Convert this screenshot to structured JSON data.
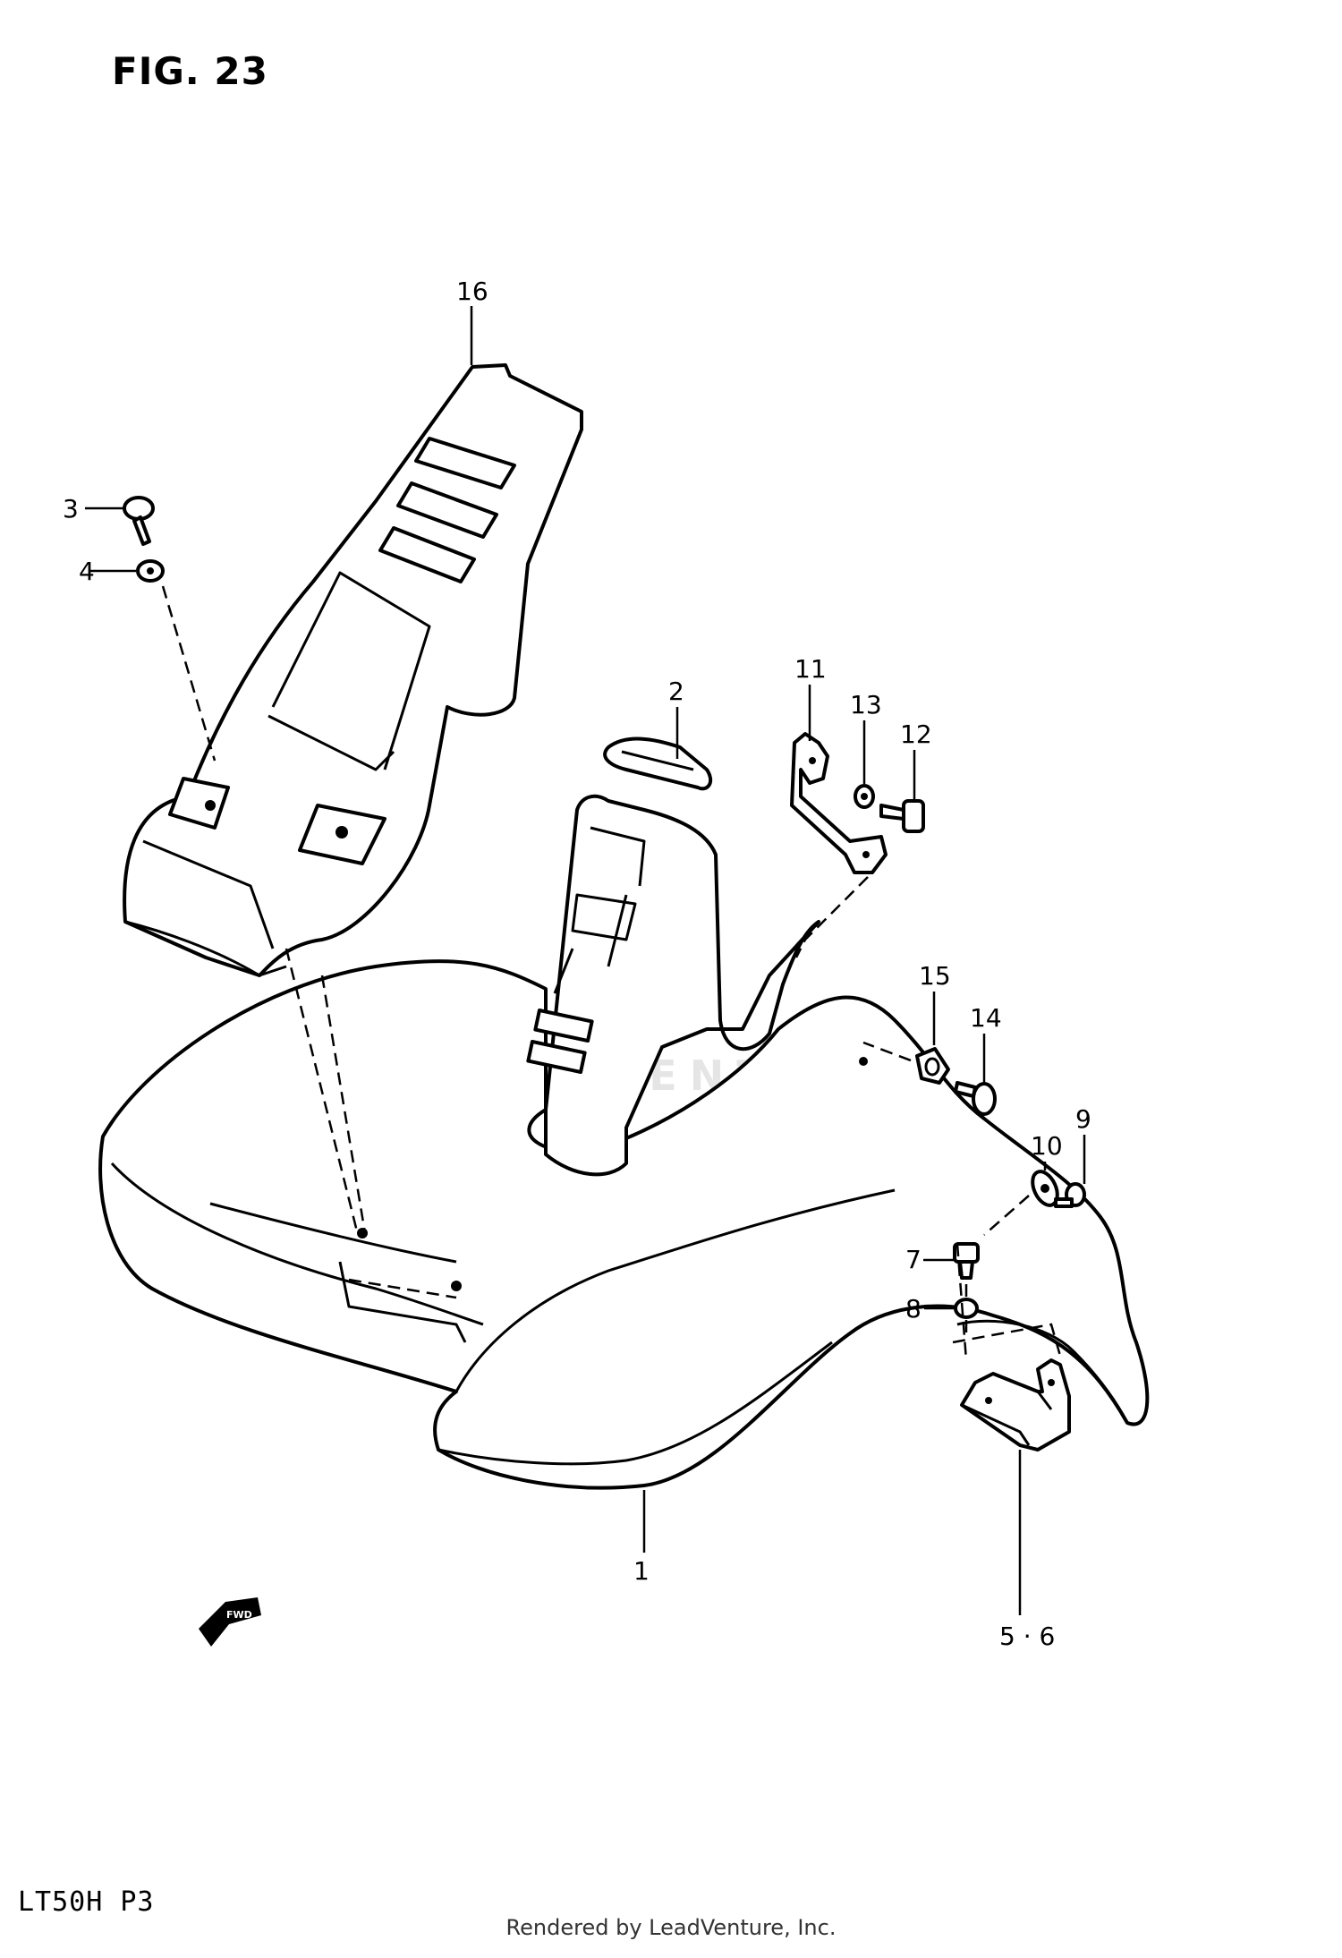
{
  "figure": {
    "title": "FIG. 23",
    "model_code": "LT50H P3",
    "footer": "Rendered by LeadVenture, Inc.",
    "watermark": "LEADVENTURE"
  },
  "callouts": [
    {
      "id": "c1",
      "label": "1"
    },
    {
      "id": "c2",
      "label": "2"
    },
    {
      "id": "c3",
      "label": "3"
    },
    {
      "id": "c4",
      "label": "4"
    },
    {
      "id": "c5",
      "label": "5 · 6"
    },
    {
      "id": "c7",
      "label": "7"
    },
    {
      "id": "c8",
      "label": "8"
    },
    {
      "id": "c9",
      "label": "9"
    },
    {
      "id": "c10",
      "label": "10"
    },
    {
      "id": "c11",
      "label": "11"
    },
    {
      "id": "c12",
      "label": "12"
    },
    {
      "id": "c13",
      "label": "13"
    },
    {
      "id": "c14",
      "label": "14"
    },
    {
      "id": "c15",
      "label": "15"
    },
    {
      "id": "c16",
      "label": "16"
    }
  ],
  "direction_marker": "FWD"
}
